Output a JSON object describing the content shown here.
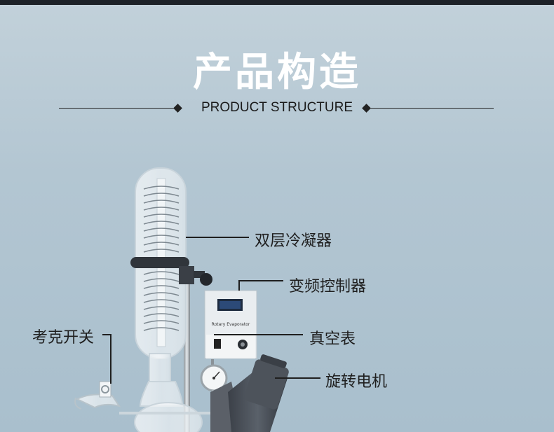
{
  "header": {
    "title": "产品构造",
    "subtitle": "PRODUCT STRUCTURE"
  },
  "labels": {
    "condenser": "双层冷凝器",
    "controller": "变频控制器",
    "gauge": "真空表",
    "motor": "旋转电机",
    "valve": "考克开关"
  },
  "device": {
    "panel_caption": "Rotary Evaporator"
  },
  "colors": {
    "background": "#b3c6d2",
    "title": "#ffffff",
    "text": "#1f1f1f"
  }
}
